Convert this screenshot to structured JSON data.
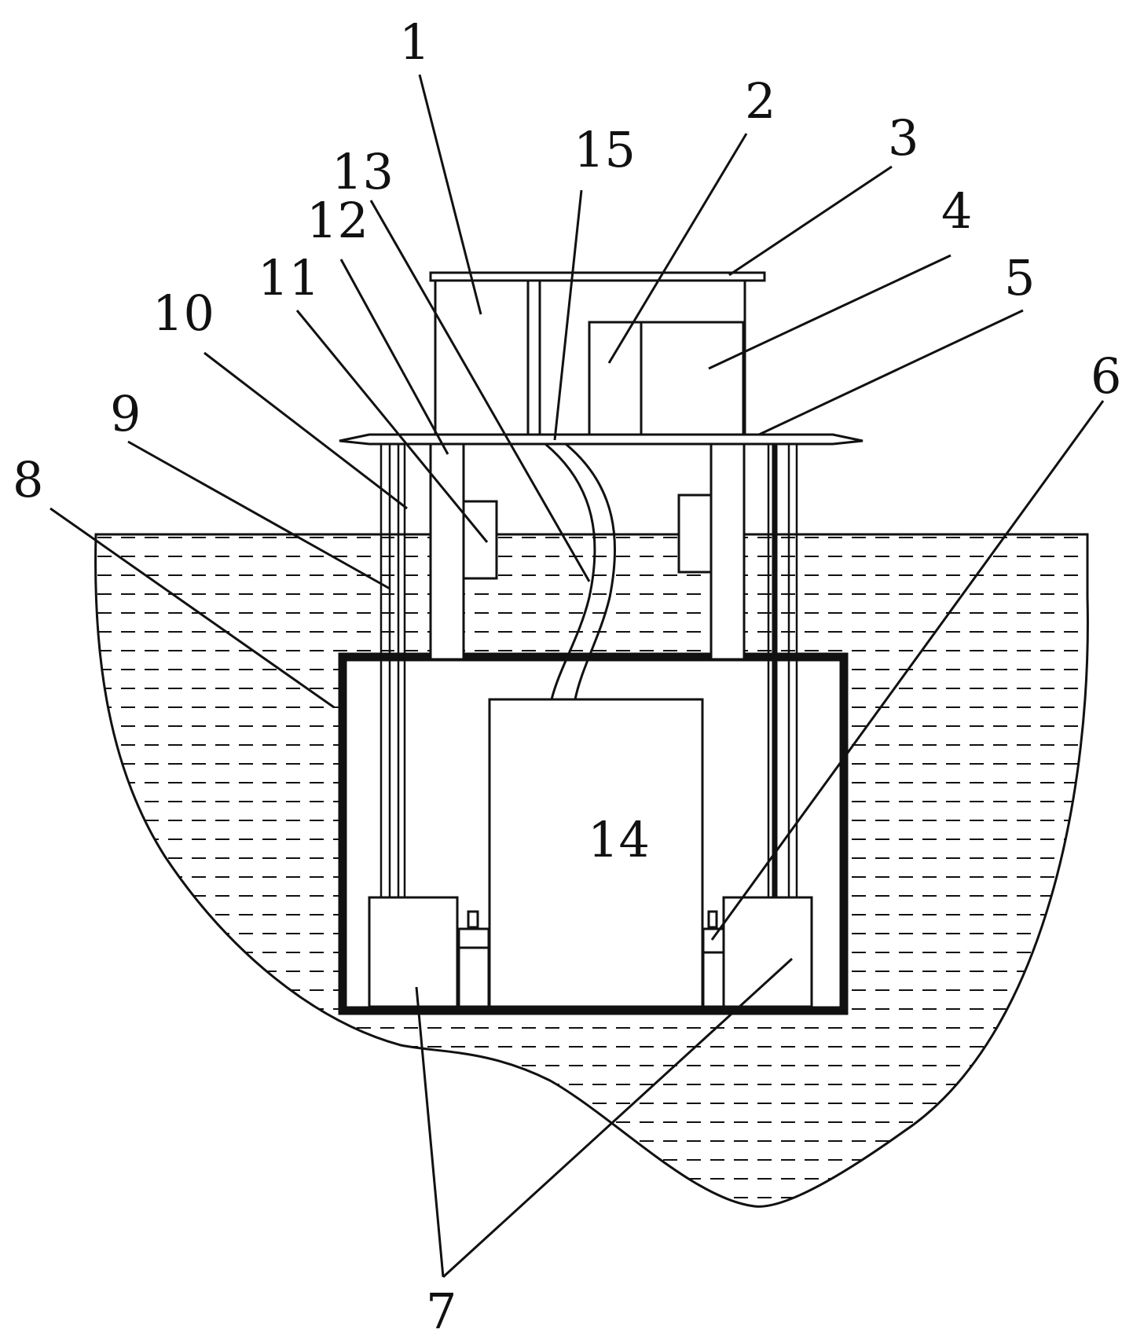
{
  "labels": {
    "l1": "1",
    "l2": "2",
    "l3": "3",
    "l4": "4",
    "l5": "5",
    "l6": "6",
    "l7": "7",
    "l8": "8",
    "l9": "9",
    "l10": "10",
    "l11": "11",
    "l12": "12",
    "l13": "13",
    "l14": "14",
    "l15": "15"
  },
  "colors": {
    "line": "#111111",
    "water_dash": "#111111",
    "background": "#ffffff"
  }
}
